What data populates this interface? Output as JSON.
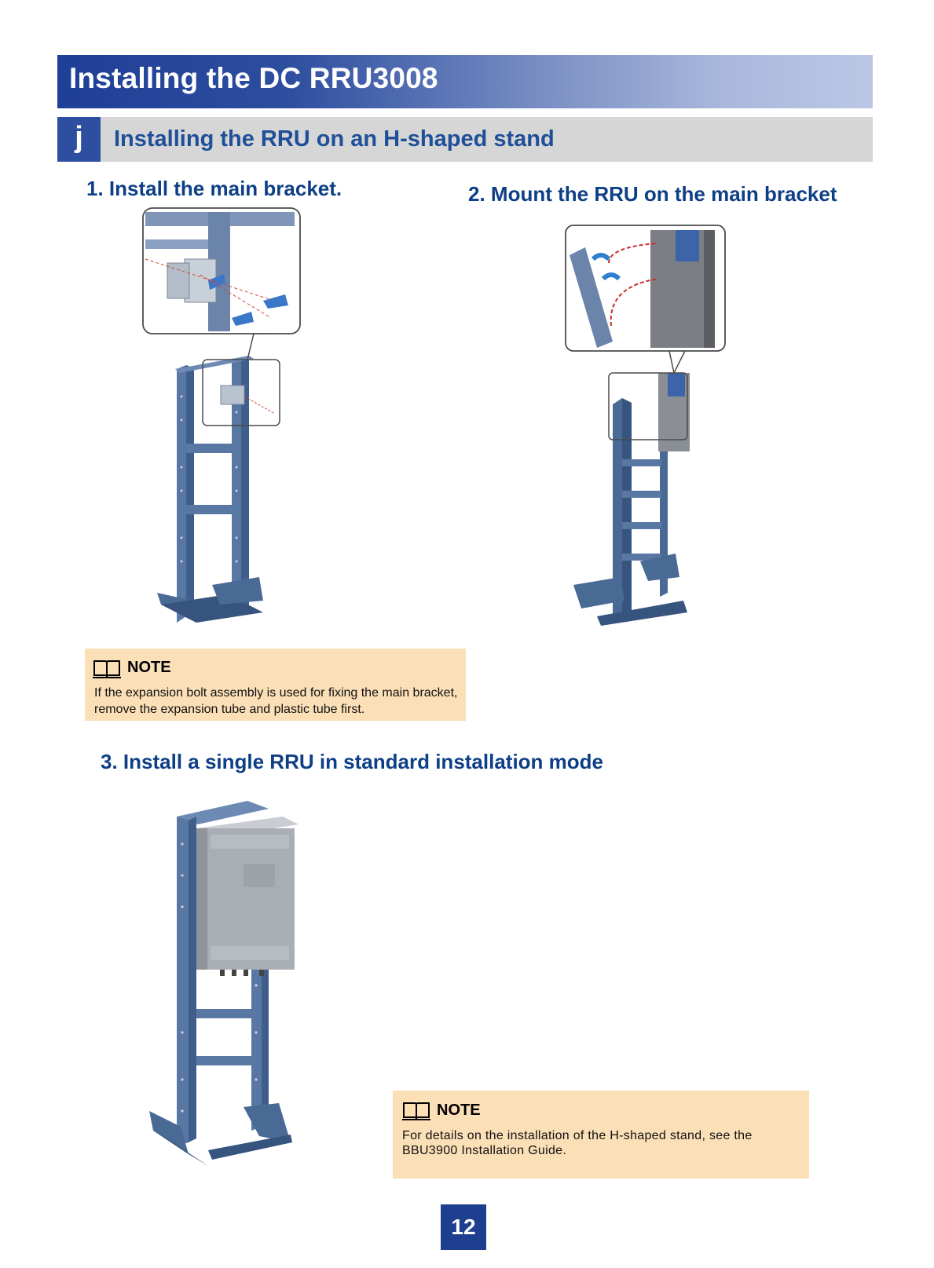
{
  "header": {
    "title": "Installing the DC RRU3008"
  },
  "section": {
    "marker": "j",
    "title": "Installing the RRU on an H-shaped stand"
  },
  "steps": [
    {
      "heading": "1. Install the main bracket."
    },
    {
      "heading": "2. Mount the RRU on the main bracket"
    },
    {
      "heading": "3. Install a single RRU in standard installation mode"
    }
  ],
  "notes": [
    {
      "title": "NOTE",
      "text": "If the expansion bolt assembly is used for fixing the main bracket, remove the expansion tube and plastic tube first."
    },
    {
      "title": "NOTE",
      "text": "For details on the installation of the H-shaped stand, see the BBU3900 Installation Guide."
    }
  ],
  "footer": {
    "page_number": "12"
  },
  "colors": {
    "title_blue": "#1e3f96",
    "heading_blue": "#0e3f86",
    "note_bg": "#fbdfb7",
    "stand_steel": "#4a6a96"
  }
}
